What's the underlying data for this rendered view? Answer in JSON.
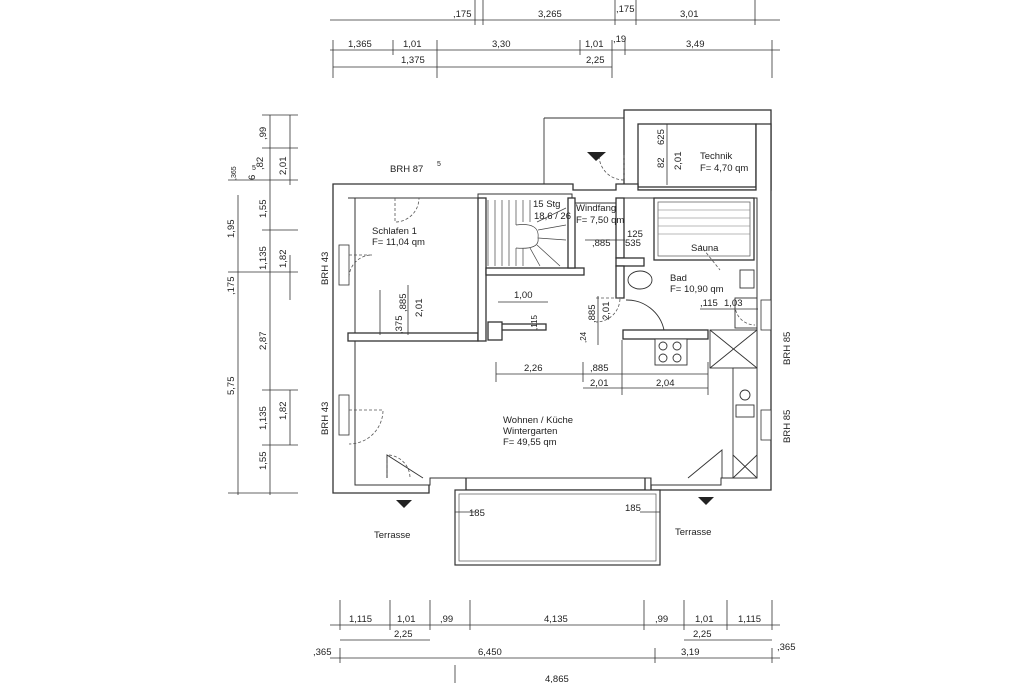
{
  "rooms": {
    "schlafen_name": "Schlafen 1",
    "schlafen_area": "F= 11,04 qm",
    "technik_name": "Technik",
    "technik_area": "F= 4,70 qm",
    "windfang_name": "Windfang",
    "windfang_area": "F= 7,50 qm",
    "stairs": "15 Stg",
    "stairs_ratio": "18,6 / 26",
    "sauna_name": "Sauna",
    "bad_name": "Bad",
    "bad_area": "F= 10,90 qm",
    "wohnen_name1": "Wohnen / Küche",
    "wohnen_name2": "Wintergarten",
    "wohnen_area": "F= 49,55 qm",
    "terrasse_left": "Terrasse",
    "terrasse_right": "Terrasse"
  },
  "labels": {
    "brh_top": "BRH 87",
    "brh_top_sup": "5",
    "brh_left_1": "BRH 43",
    "brh_left_2": "BRH 43",
    "brh_right_1": "BRH 85",
    "brh_right_2": "BRH 85"
  },
  "dims": {
    "top1": [
      ",175",
      "3,265",
      ",175",
      "3,01"
    ],
    "top2": [
      "1,365",
      "1,01",
      "3,30",
      "1,01",
      ",19",
      "3,49"
    ],
    "top3": [
      "1,375",
      "2,25"
    ],
    "bottom1": [
      "1,115",
      "1,01",
      ",99",
      "4,135",
      ",99",
      "1,01",
      "1,115"
    ],
    "bottom2": [
      "2,25",
      "2,25"
    ],
    "bottom3": [
      ",365",
      "6,450",
      "3,19",
      ",365"
    ],
    "bottom4": "4,865",
    "left_outer": [
      "1,95",
      ",175",
      "5,75"
    ],
    "left_inner": [
      ",99",
      "2,01",
      "1,55",
      "1,135",
      "1,82",
      "2,87",
      "1,135",
      "1,82",
      "1,55"
    ],
    "left_small": [
      "6",
      "5",
      ",82",
      ",365"
    ],
    "interior": {
      "d_885a": ",885",
      "d_201a": "2,01",
      "d_375": ",375",
      "d_100": "1,00",
      "d_115": ",115",
      "d_885b": ",885",
      "d_201b": "2,01",
      "d_24": ",24",
      "d_226": "2,26",
      "d_885c": ",885",
      "d_201c": "2,01",
      "d_204": "2,04",
      "d_885d": ",885",
      "d_125": "125",
      "d_535": "535",
      "d_625": "625",
      "d_82": "82",
      "d_201t": "2,01",
      "d_115b": ",115",
      "d_103": "1,03",
      "d_185l": "185",
      "d_185r": "185"
    }
  }
}
